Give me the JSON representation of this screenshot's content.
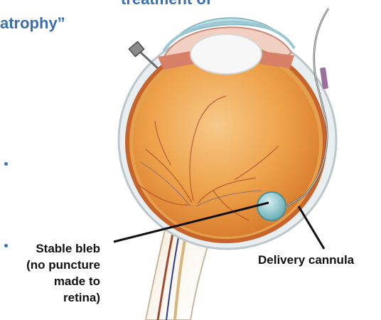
{
  "title": {
    "line1": "treatment of",
    "line2": "atrophy”"
  },
  "labels": {
    "bleb": [
      "Stable bleb",
      "(no puncture",
      "made to",
      "retina)"
    ],
    "cannula": "Delivery cannula"
  },
  "colors": {
    "title": "#3a6fb0",
    "vitreous": "#e8962e",
    "sclera": "#e9eef0",
    "bleb": "#6fb8c0",
    "label_text": "#111111"
  }
}
